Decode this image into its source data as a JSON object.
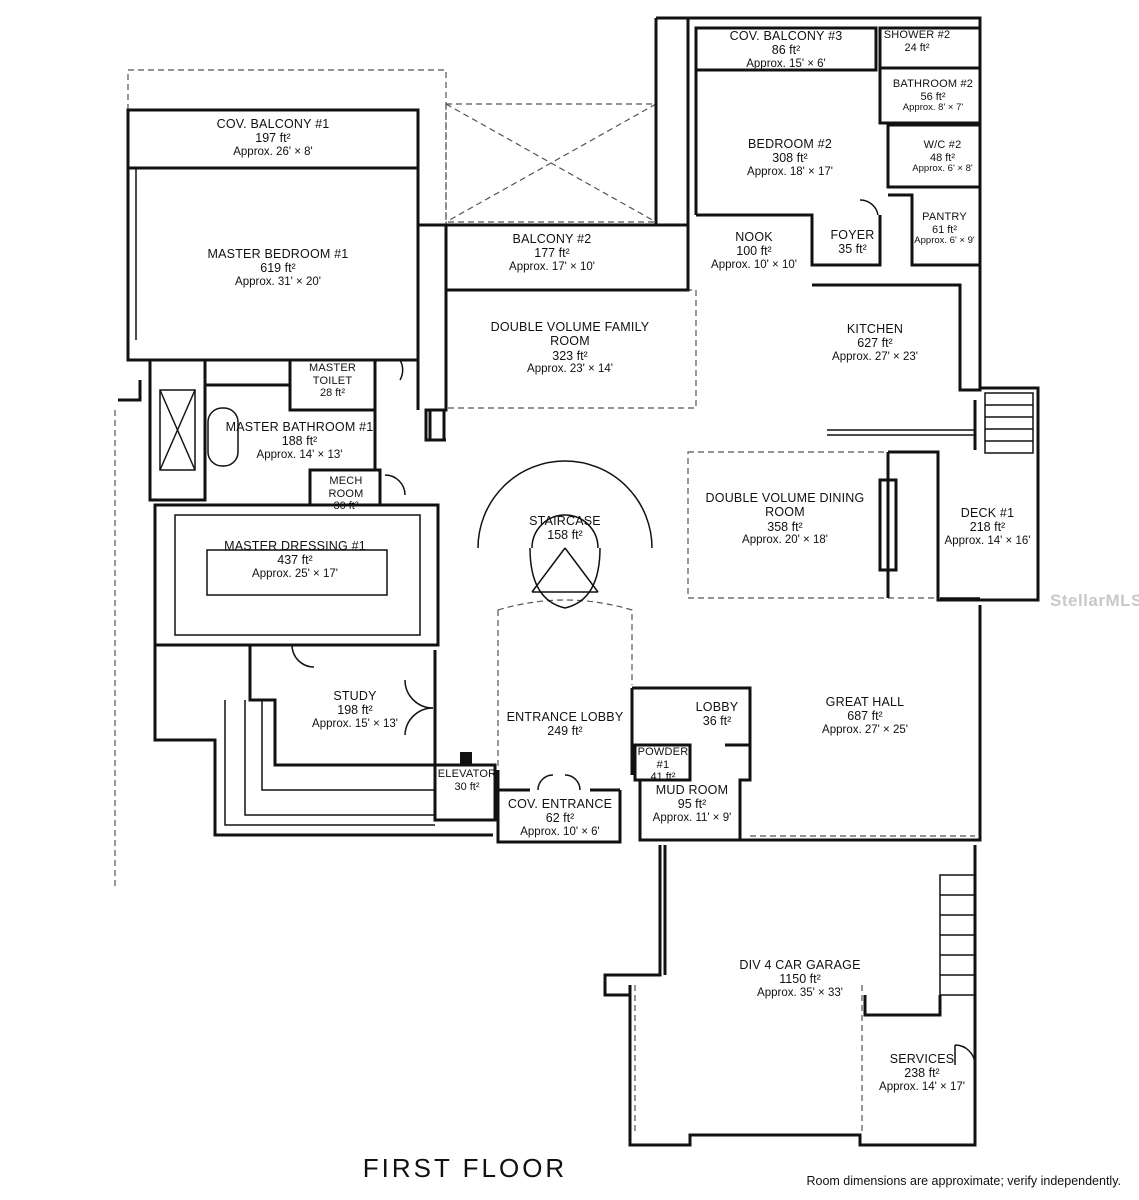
{
  "plan": {
    "title": "FIRST FLOOR",
    "footnote": "Room dimensions are approximate; verify independently.",
    "watermark": "StellarMLS"
  },
  "rooms": {
    "cov_balcony_1": {
      "name": "COV. BALCONY #1",
      "area": "197 ft²",
      "dims": "Approx. 26' × 8'"
    },
    "master_bedroom_1": {
      "name": "MASTER BEDROOM #1",
      "area": "619 ft²",
      "dims": "Approx. 31' × 20'"
    },
    "balcony_2": {
      "name": "BALCONY #2",
      "area": "177 ft²",
      "dims": "Approx. 17' × 10'"
    },
    "family_room": {
      "name_line1": "DOUBLE VOLUME FAMILY",
      "name_line2": "ROOM",
      "area": "323 ft²",
      "dims": "Approx. 23' × 14'"
    },
    "cov_balcony_3": {
      "name": "COV. BALCONY #3",
      "area": "86 ft²",
      "dims": "Approx. 15' × 6'"
    },
    "shower_2": {
      "name": "SHOWER #2",
      "area": "24 ft²"
    },
    "bathroom_2": {
      "name": "BATHROOM #2",
      "area": "56 ft²",
      "dims": "Approx. 8' × 7'"
    },
    "bedroom_2": {
      "name": "BEDROOM #2",
      "area": "308 ft²",
      "dims": "Approx. 18' × 17'"
    },
    "wc_2": {
      "name": "W/C #2",
      "area": "48 ft²",
      "dims": "Approx. 6' × 8'"
    },
    "nook": {
      "name": "NOOK",
      "area": "100 ft²",
      "dims": "Approx. 10' × 10'"
    },
    "foyer": {
      "name": "FOYER",
      "area": "35 ft²"
    },
    "pantry": {
      "name": "PANTRY",
      "area": "61 ft²",
      "dims": "Approx. 6' × 9'"
    },
    "kitchen": {
      "name": "KITCHEN",
      "area": "627 ft²",
      "dims": "Approx. 27' × 23'"
    },
    "master_toilet": {
      "name": "MASTER TOILET",
      "area": "28 ft²"
    },
    "master_bathroom_1": {
      "name": "MASTER BATHROOM #1",
      "area": "188 ft²",
      "dims": "Approx. 14' × 13'"
    },
    "mech_room": {
      "name": "MECH ROOM",
      "area": "30 ft²"
    },
    "staircase": {
      "name": "STAIRCASE",
      "area": "158 ft²"
    },
    "dining_room": {
      "name_line1": "DOUBLE VOLUME DINING",
      "name_line2": "ROOM",
      "area": "358 ft²",
      "dims": "Approx. 20' × 18'"
    },
    "deck_1": {
      "name": "DECK #1",
      "area": "218 ft²",
      "dims": "Approx. 14' × 16'"
    },
    "master_dressing_1": {
      "name": "MASTER DRESSING #1",
      "area": "437 ft²",
      "dims": "Approx. 25' × 17'"
    },
    "study": {
      "name": "STUDY",
      "area": "198 ft²",
      "dims": "Approx. 15' × 13'"
    },
    "entrance_lobby": {
      "name": "ENTRANCE LOBBY",
      "area": "249 ft²"
    },
    "lobby": {
      "name": "LOBBY",
      "area": "36 ft²"
    },
    "powder_1": {
      "name": "POWDER #1",
      "area": "41 ft²"
    },
    "great_hall": {
      "name": "GREAT HALL",
      "area": "687 ft²",
      "dims": "Approx. 27' × 25'"
    },
    "elevator": {
      "name": "ELEVATOR",
      "area": "30 ft²"
    },
    "cov_entrance": {
      "name": "COV. ENTRANCE",
      "area": "62 ft²",
      "dims": "Approx. 10' × 6'"
    },
    "mud_room": {
      "name": "MUD ROOM",
      "area": "95 ft²",
      "dims": "Approx. 11' × 9'"
    },
    "garage": {
      "name": "DIV 4 CAR GARAGE",
      "area": "1150 ft²",
      "dims": "Approx. 35' × 33'"
    },
    "services": {
      "name": "SERVICES",
      "area": "238 ft²",
      "dims": "Approx. 14' × 17'"
    }
  }
}
